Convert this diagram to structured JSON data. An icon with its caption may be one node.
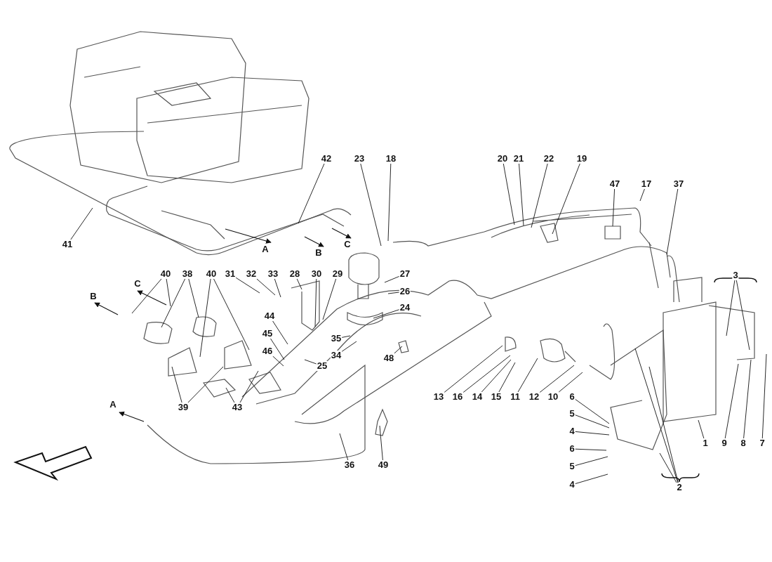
{
  "diagram": {
    "nodes": [
      {
        "text": [
          "42"
        ]
      },
      {
        "text": [
          "23"
        ]
      },
      {
        "text": [
          "18"
        ]
      },
      {
        "text": [
          "20"
        ]
      },
      {
        "text": [
          "21"
        ]
      },
      {
        "text": [
          "22"
        ]
      },
      {
        "text": [
          "19"
        ]
      },
      {
        "text": [
          "47"
        ]
      },
      {
        "text": [
          "17"
        ]
      },
      {
        "text": [
          "37"
        ]
      },
      {
        "text": [
          "41"
        ]
      },
      {
        "text": [
          "3"
        ]
      },
      {
        "text": [
          "27"
        ]
      },
      {
        "text": [
          "26"
        ]
      },
      {
        "text": [
          "24"
        ]
      },
      {
        "text": [
          "40"
        ]
      },
      {
        "text": [
          "38"
        ]
      },
      {
        "text": [
          "40"
        ]
      },
      {
        "text": [
          "31"
        ]
      },
      {
        "text": [
          "32"
        ]
      },
      {
        "text": [
          "33"
        ]
      },
      {
        "text": [
          "28"
        ]
      },
      {
        "text": [
          "30"
        ]
      },
      {
        "text": [
          "29"
        ]
      },
      {
        "text": [
          "44"
        ]
      },
      {
        "text": [
          "45"
        ]
      },
      {
        "text": [
          "35"
        ]
      },
      {
        "text": [
          "46"
        ]
      },
      {
        "text": [
          "34"
        ]
      },
      {
        "text": [
          "25"
        ]
      },
      {
        "text": [
          "48"
        ]
      },
      {
        "text": [
          "39"
        ]
      },
      {
        "text": [
          "43"
        ]
      },
      {
        "text": [
          "13"
        ]
      },
      {
        "text": [
          "16"
        ]
      },
      {
        "text": [
          "14"
        ]
      },
      {
        "text": [
          "15"
        ]
      },
      {
        "text": [
          "11"
        ]
      },
      {
        "text": [
          "12"
        ]
      },
      {
        "text": [
          "10"
        ]
      },
      {
        "text": [
          "6"
        ]
      },
      {
        "text": [
          "5"
        ]
      },
      {
        "text": [
          "1"
        ]
      },
      {
        "text": [
          "9"
        ]
      },
      {
        "text": [
          "8"
        ]
      },
      {
        "text": [
          "7"
        ]
      },
      {
        "text": [
          "4"
        ]
      },
      {
        "text": [
          "36"
        ]
      },
      {
        "text": [
          "49"
        ]
      },
      {
        "text": [
          "6"
        ]
      },
      {
        "text": [
          "5"
        ]
      },
      {
        "text": [
          "4"
        ]
      },
      {
        "text": [
          "2"
        ]
      }
    ],
    "edges": [
      {
        "from": 0,
        "to": null,
        "arrow": "none"
      },
      {
        "from": 1,
        "to": null,
        "arrow": "none"
      },
      {
        "from": 2,
        "to": null,
        "arrow": "none"
      },
      {
        "from": 3,
        "to": null,
        "arrow": "none"
      },
      {
        "from": 4,
        "to": null,
        "arrow": "none"
      },
      {
        "from": 5,
        "to": null,
        "arrow": "none"
      },
      {
        "from": 6,
        "to": null,
        "arrow": "none"
      },
      {
        "from": 7,
        "to": null,
        "arrow": "none"
      },
      {
        "from": 8,
        "to": null,
        "arrow": "none"
      },
      {
        "from": 9,
        "to": null,
        "arrow": "none"
      },
      {
        "from": 10,
        "to": null,
        "arrow": "none"
      },
      {
        "from": 11,
        "to": null,
        "arrow": "none"
      },
      {
        "from": 11,
        "to": null,
        "arrow": "none"
      },
      {
        "from": 12,
        "to": null,
        "arrow": "none"
      },
      {
        "from": 13,
        "to": null,
        "arrow": "none"
      },
      {
        "from": 14,
        "to": null,
        "arrow": "none"
      },
      {
        "from": 15,
        "to": null,
        "arrow": "none"
      },
      {
        "from": 15,
        "to": null,
        "arrow": "none"
      },
      {
        "from": 16,
        "to": null,
        "arrow": "none"
      },
      {
        "from": 16,
        "to": null,
        "arrow": "none"
      },
      {
        "from": 17,
        "to": null,
        "arrow": "none"
      },
      {
        "from": 17,
        "to": null,
        "arrow": "none"
      },
      {
        "from": 18,
        "to": null,
        "arrow": "none"
      },
      {
        "from": 19,
        "to": null,
        "arrow": "none"
      },
      {
        "from": 20,
        "to": null,
        "arrow": "none"
      },
      {
        "from": 21,
        "to": null,
        "arrow": "none"
      },
      {
        "from": 22,
        "to": null,
        "arrow": "none"
      },
      {
        "from": 23,
        "to": null,
        "arrow": "none"
      },
      {
        "from": 24,
        "to": null,
        "arrow": "none"
      },
      {
        "from": 25,
        "to": null,
        "arrow": "none"
      },
      {
        "from": 26,
        "to": null,
        "arrow": "none"
      },
      {
        "from": 27,
        "to": null,
        "arrow": "none"
      },
      {
        "from": 28,
        "to": null,
        "arrow": "none"
      },
      {
        "from": 29,
        "to": null,
        "arrow": "none"
      },
      {
        "from": 30,
        "to": null,
        "arrow": "none"
      },
      {
        "from": 31,
        "to": null,
        "arrow": "none"
      },
      {
        "from": 31,
        "to": null,
        "arrow": "none"
      },
      {
        "from": 32,
        "to": null,
        "arrow": "none"
      },
      {
        "from": 32,
        "to": null,
        "arrow": "none"
      },
      {
        "from": 33,
        "to": null,
        "arrow": "none"
      },
      {
        "from": 34,
        "to": null,
        "arrow": "none"
      },
      {
        "from": 35,
        "to": null,
        "arrow": "none"
      },
      {
        "from": 36,
        "to": null,
        "arrow": "none"
      },
      {
        "from": 37,
        "to": null,
        "arrow": "none"
      },
      {
        "from": 38,
        "to": null,
        "arrow": "none"
      },
      {
        "from": 39,
        "to": null,
        "arrow": "none"
      },
      {
        "from": 40,
        "to": null,
        "arrow": "none"
      },
      {
        "from": 41,
        "to": null,
        "arrow": "none"
      },
      {
        "from": 42,
        "to": null,
        "arrow": "none"
      },
      {
        "from": 43,
        "to": null,
        "arrow": "none"
      },
      {
        "from": 44,
        "to": null,
        "arrow": "none"
      },
      {
        "from": 45,
        "to": null,
        "arrow": "none"
      },
      {
        "from": 46,
        "to": null,
        "arrow": "none"
      },
      {
        "from": 47,
        "to": null,
        "arrow": "none"
      },
      {
        "from": 48,
        "to": null,
        "arrow": "none"
      },
      {
        "from": 49,
        "to": null,
        "arrow": "none"
      },
      {
        "from": 50,
        "to": null,
        "arrow": "none"
      },
      {
        "from": 51,
        "to": null,
        "arrow": "none"
      },
      {
        "from": 52,
        "to": null,
        "arrow": "none"
      },
      {
        "from": 52,
        "to": null,
        "arrow": "none"
      },
      {
        "from": 52,
        "to": null,
        "arrow": "none"
      }
    ],
    "labels": [
      "A",
      "B",
      "C",
      "C",
      "B",
      "A"
    ]
  }
}
